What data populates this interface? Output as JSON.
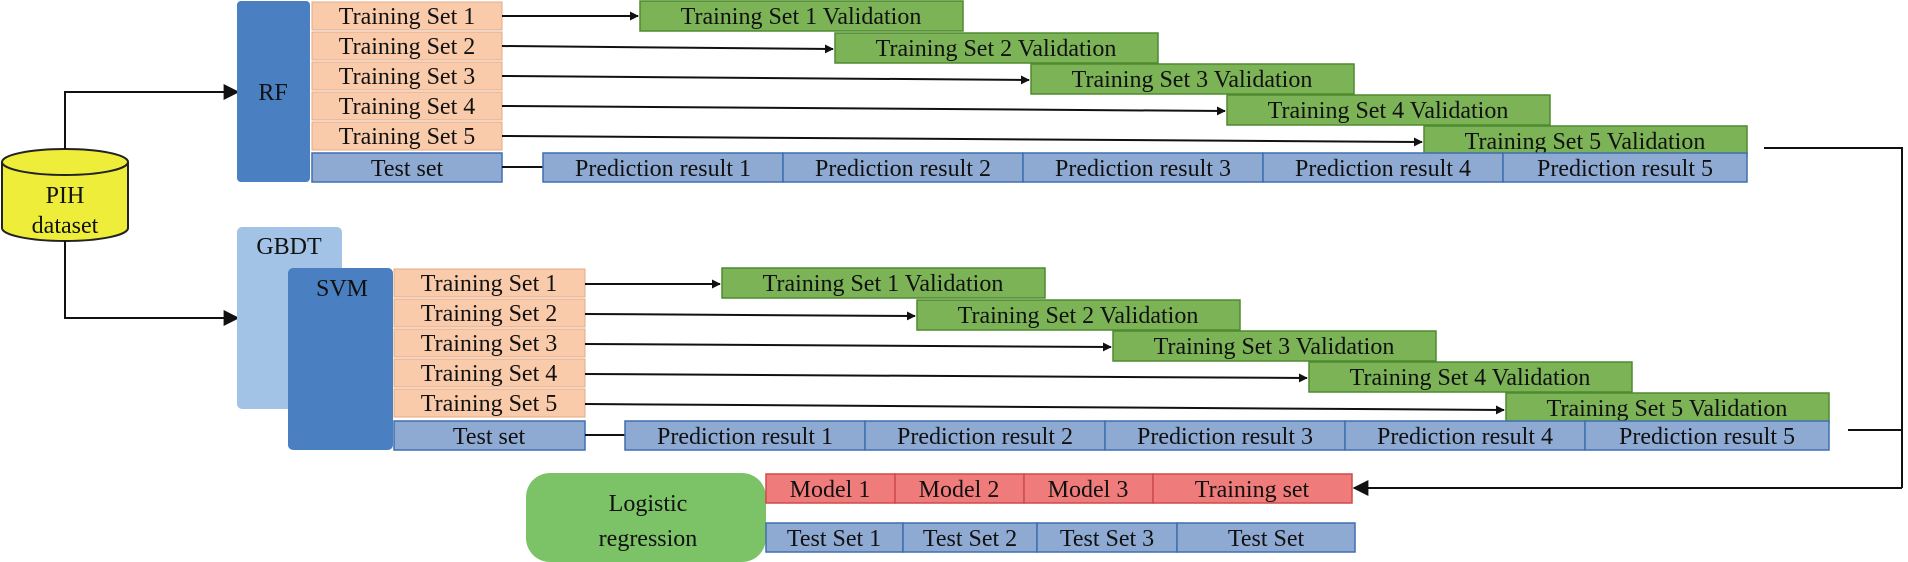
{
  "dataset": {
    "label_line1": "PIH",
    "label_line2": "dataset"
  },
  "block1": {
    "model": "RF",
    "training_sets": [
      "Training Set 1",
      "Training Set 2",
      "Training Set 3",
      "Training Set 4",
      "Training Set 5"
    ],
    "test_set": "Test set",
    "validations": [
      "Training Set 1 Validation",
      "Training Set 2 Validation",
      "Training Set 3 Validation",
      "Training Set 4 Validation",
      "Training Set 5 Validation"
    ],
    "predictions": [
      "Prediction result 1",
      "Prediction result 2",
      "Prediction result 3",
      "Prediction result 4",
      "Prediction result 5"
    ]
  },
  "block2": {
    "back_model": "GBDT",
    "model": "SVM",
    "training_sets": [
      "Training Set 1",
      "Training Set 2",
      "Training Set 3",
      "Training Set 4",
      "Training Set 5"
    ],
    "test_set": "Test set",
    "validations": [
      "Training Set 1 Validation",
      "Training Set 2 Validation",
      "Training Set 3 Validation",
      "Training Set 4 Validation",
      "Training Set 5 Validation"
    ],
    "predictions": [
      "Prediction result 1",
      "Prediction result 2",
      "Prediction result 3",
      "Prediction result 4",
      "Prediction result 5"
    ]
  },
  "meta": {
    "label_line1": "Logistic",
    "label_line2": "regression",
    "train_row": [
      "Model 1",
      "Model 2",
      "Model 3",
      "Training set"
    ],
    "test_row": [
      "Test Set 1",
      "Test Set 2",
      "Test Set 3",
      "Test Set"
    ]
  },
  "colors": {
    "model_dark": "#4a7fc1",
    "model_light": "#a3c3e6",
    "training": "#f9cbaa",
    "validation": "#7cb356",
    "prediction": "#8eaad3",
    "meta_green": "#7cc266",
    "meta_red": "#ef7b7b",
    "dataset_yellow": "#eeee3a"
  }
}
